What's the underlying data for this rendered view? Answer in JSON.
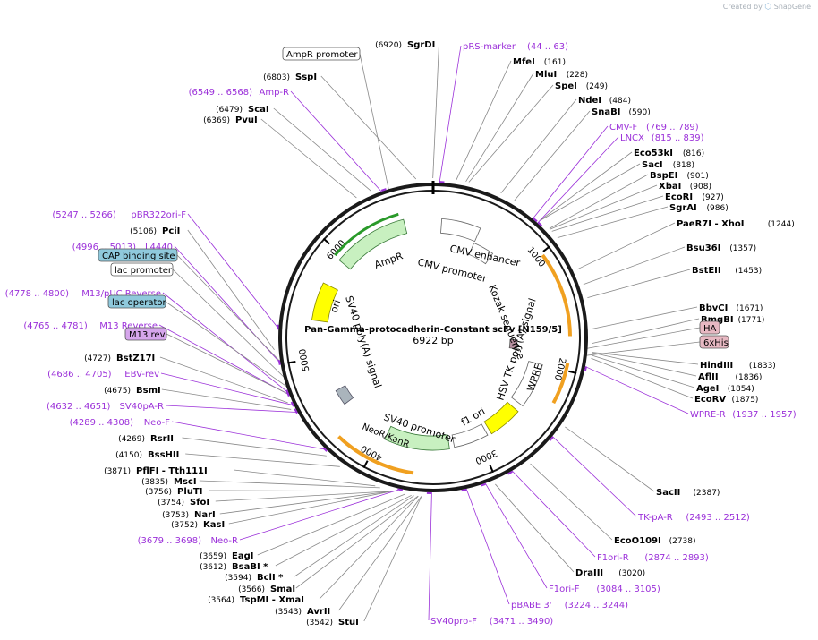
{
  "credit": {
    "prefix": "Created by",
    "brand": "SnapGene"
  },
  "plasmid": {
    "name": "Pan-Gamma-protocadherin-Constant scFv [N159/5]",
    "length": "6922 bp"
  },
  "ticks": [
    "1000",
    "2000",
    "3000",
    "4000",
    "5000",
    "6000"
  ],
  "sites": [
    {
      "pos": "(6920)",
      "name": "SgrDI"
    },
    {
      "pos": "(6803)",
      "name": "SspI"
    },
    {
      "pos": "(6479)",
      "name": "ScaI"
    },
    {
      "pos": "(6369)",
      "name": "PvuI"
    },
    {
      "pos": "(5106)",
      "name": "PciI"
    },
    {
      "pos": "(4727)",
      "name": "BstZ17I"
    },
    {
      "pos": "(4675)",
      "name": "BsmI"
    },
    {
      "pos": "(4269)",
      "name": "RsrII"
    },
    {
      "pos": "(4150)",
      "name": "BssHII"
    },
    {
      "pos": "(3871)",
      "name": "PflFI  - Tth111I"
    },
    {
      "pos": "(3835)",
      "name": "MscI"
    },
    {
      "pos": "(3756)",
      "name": "PluTI"
    },
    {
      "pos": "(3754)",
      "name": "SfoI"
    },
    {
      "pos": "(3753)",
      "name": "NarI"
    },
    {
      "pos": "(3752)",
      "name": "KasI"
    },
    {
      "pos": "(3659)",
      "name": "EagI"
    },
    {
      "pos": "(3612)",
      "name": "BsaBI *"
    },
    {
      "pos": "(3594)",
      "name": "BclI *"
    },
    {
      "pos": "(3566)",
      "name": "SmaI"
    },
    {
      "pos": "(3564)",
      "name": "TspMI  - XmaI"
    },
    {
      "pos": "(3543)",
      "name": "AvrII"
    },
    {
      "pos": "(3542)",
      "name": "StuI"
    },
    {
      "name": "MfeI",
      "pos": "(161)"
    },
    {
      "name": "MluI",
      "pos": "(228)"
    },
    {
      "name": "SpeI",
      "pos": "(249)"
    },
    {
      "name": "NdeI",
      "pos": "(484)"
    },
    {
      "name": "SnaBI",
      "pos": "(590)"
    },
    {
      "name": "Eco53kI",
      "pos": "(816)"
    },
    {
      "name": "SacI",
      "pos": "(818)"
    },
    {
      "name": "BspEI",
      "pos": "(901)"
    },
    {
      "name": "XbaI",
      "pos": "(908)"
    },
    {
      "name": "EcoRI",
      "pos": "(927)"
    },
    {
      "name": "SgrAI",
      "pos": "(986)"
    },
    {
      "name": "PaeR7I  - XhoI",
      "pos": "(1244)"
    },
    {
      "name": "Bsu36I",
      "pos": "(1357)"
    },
    {
      "name": "BstEII",
      "pos": "(1453)"
    },
    {
      "name": "BbvCI",
      "pos": "(1671)"
    },
    {
      "name": "BmgBI",
      "pos": "(1771)"
    },
    {
      "name": "HindIII",
      "pos": "(1833)"
    },
    {
      "name": "AflII",
      "pos": "(1836)"
    },
    {
      "name": "AgeI",
      "pos": "(1854)"
    },
    {
      "name": "EcoRV",
      "pos": "(1875)"
    },
    {
      "name": "SacII",
      "pos": "(2387)"
    },
    {
      "name": "EcoO109I",
      "pos": "(2738)"
    },
    {
      "name": "DraIII",
      "pos": "(3020)"
    }
  ],
  "primers": [
    {
      "name": "pRS-marker",
      "range": "(44 .. 63)"
    },
    {
      "name": "Amp-R",
      "range": "(6549 .. 6568)"
    },
    {
      "name": "CMV-F",
      "range": "(769 .. 789)"
    },
    {
      "name": "LNCX",
      "range": "(815 .. 839)"
    },
    {
      "name": "pBR322ori-F",
      "range": "(5247 .. 5266)"
    },
    {
      "name": "L4440",
      "range": "(4996 .. 5013)"
    },
    {
      "name": "M13/pUC Reverse",
      "range": "(4778 .. 4800)"
    },
    {
      "name": "M13 Reverse",
      "range": "(4765 .. 4781)"
    },
    {
      "name": "EBV-rev",
      "range": "(4686 .. 4705)"
    },
    {
      "name": "SV40pA-R",
      "range": "(4632 .. 4651)"
    },
    {
      "name": "Neo-F",
      "range": "(4289 .. 4308)"
    },
    {
      "name": "Neo-R",
      "range": "(3679 .. 3698)"
    },
    {
      "name": "WPRE-R",
      "range": "(1937 .. 1957)"
    },
    {
      "name": "TK-pA-R",
      "range": "(2493 .. 2512)"
    },
    {
      "name": "F1ori-R",
      "range": "(2874 .. 2893)"
    },
    {
      "name": "F1ori-F",
      "range": "(3084 .. 3105)"
    },
    {
      "name": "pBABE 3'",
      "range": "(3224 .. 3244)"
    },
    {
      "name": "SV40pro-F",
      "range": "(3471 .. 3490)"
    }
  ],
  "boxed": [
    {
      "name": "AmpR promoter",
      "style": "white"
    },
    {
      "name": "CAP binding site",
      "style": "blue"
    },
    {
      "name": "lac promoter",
      "style": "white"
    },
    {
      "name": "lac operator",
      "style": "blue"
    },
    {
      "name": "M13 rev",
      "style": "purple"
    },
    {
      "name": "HA",
      "style": "pink"
    },
    {
      "name": "6xHis",
      "style": "pink"
    }
  ],
  "features": {
    "ampr": "AmpR",
    "ori": "ori",
    "cmv_enhancer": "CMV enhancer",
    "cmv_promoter": "CMV promoter",
    "kozak": "Kozak sequence",
    "hsv_tk": "HSV TK poly(A) signal",
    "wpre": "WPRE",
    "f1ori": "f1 ori",
    "sv40_promoter": "SV40 promoter",
    "neor": "NeoR/KanR",
    "sv40_polya": "SV40 poly(A) signal"
  },
  "colors": {
    "primer": "#9b30d9",
    "ampr": "#c8f0c0",
    "ampr_dark": "#2a9a2a",
    "ori": "#ffff00",
    "orange": "#f0a020",
    "boxblue": "#8fc9dc",
    "boxpurple": "#d6a6ec",
    "boxpink": "#e7b8c2"
  }
}
